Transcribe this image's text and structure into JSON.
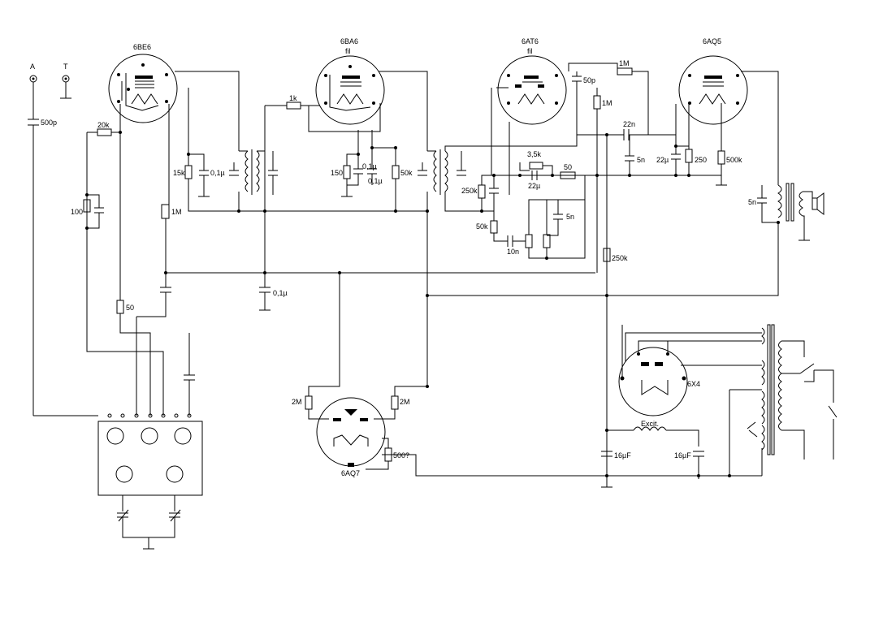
{
  "tubes": {
    "converter": "6BE6",
    "if_amp": "6BA6",
    "detector": "6AT6",
    "output": "6AQ5",
    "rectifier": "6X4",
    "afc": "6AQ7"
  },
  "labels": {
    "fil1": "fil",
    "fil2": "fil",
    "antenna": "A",
    "ground": "T",
    "ant_cap": "500p",
    "r20k": "20k",
    "r100": "100",
    "r15k": "15k",
    "c01a": "0,1µ",
    "r1m_a": "1M",
    "r50_a": "50",
    "r1k": "1k",
    "r150": "150",
    "c01b": "0,1µ",
    "c01c": "0,1µ",
    "r50k_a": "50k",
    "c01d": "0,1µ",
    "r250k_a": "250k",
    "r50k_b": "50k",
    "c10n": "10n",
    "r35k": "3,5k",
    "c22u_a": "22µ",
    "r50_b": "50",
    "c5n_a": "5n",
    "c50p": "50p",
    "r1m_b": "1M",
    "r1m_c": "1M",
    "c22n": "22n",
    "c5n_b": "5n",
    "c22u_b": "22µ",
    "r250": "250",
    "r500k": "500k",
    "c5n_c": "5n",
    "r250k_b": "250k",
    "r2m_a": "2M",
    "r2m_b": "2M",
    "r500q": "500?",
    "excit": "Excit.",
    "c16u_a": "16µF",
    "c16u_b": "16µF"
  }
}
